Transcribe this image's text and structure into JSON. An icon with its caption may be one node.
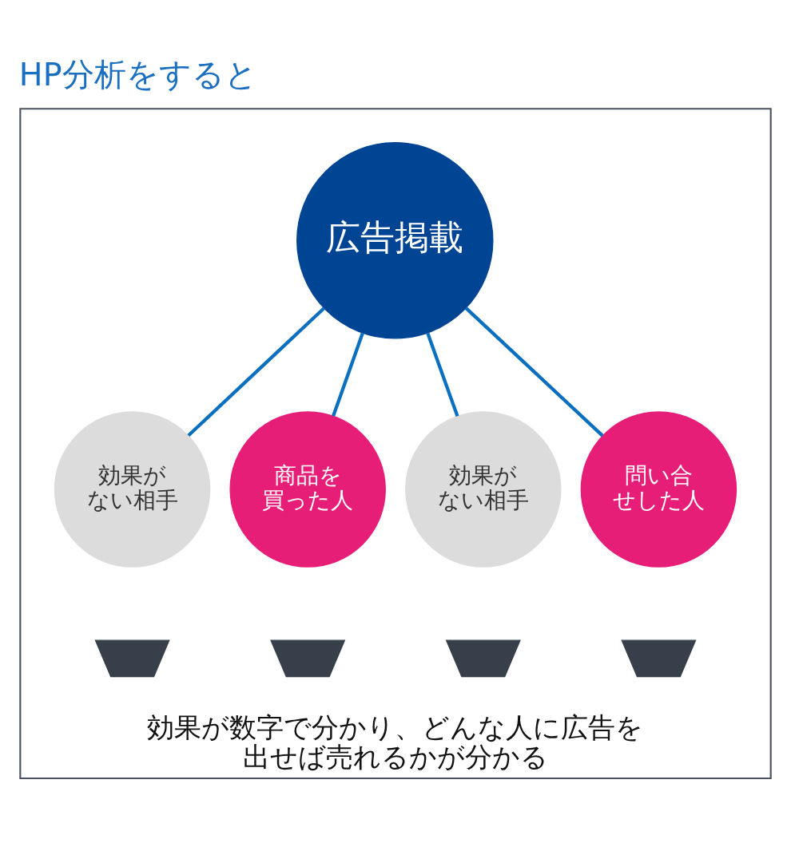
{
  "diagram": {
    "title": "HP分析をすると",
    "nodes": [
      {
        "text": [
          "効果が数字で分かり、どんな人に広告を出せば売れるかが分かる"
        ]
      },
      {
        "text": [
          "広告掲載"
        ],
        "in": 0
      },
      {
        "text": [
          "効果がない相手"
        ],
        "in": 0
      },
      {
        "text": [
          "商品を買った人"
        ],
        "in": 0
      },
      {
        "text": [
          "効果がない相手"
        ],
        "in": 0
      },
      {
        "text": [
          "問い合せした人"
        ],
        "in": 0
      },
      {
        "text": [],
        "shape": "person",
        "in": 0
      },
      {
        "text": [],
        "shape": "person",
        "in": 0
      },
      {
        "text": [],
        "shape": "person",
        "in": 0
      },
      {
        "text": [],
        "shape": "person",
        "in": 0
      }
    ],
    "edges": [
      {
        "from": 1,
        "to": 2,
        "arrow": "none",
        "color": "#0a6fbf"
      },
      {
        "from": 1,
        "to": 3,
        "arrow": "none",
        "color": "#0a6fbf"
      },
      {
        "from": 1,
        "to": 4,
        "arrow": "none",
        "color": "#0a6fbf"
      },
      {
        "from": 1,
        "to": 5,
        "arrow": "none",
        "color": "#0a6fbf"
      }
    ]
  }
}
